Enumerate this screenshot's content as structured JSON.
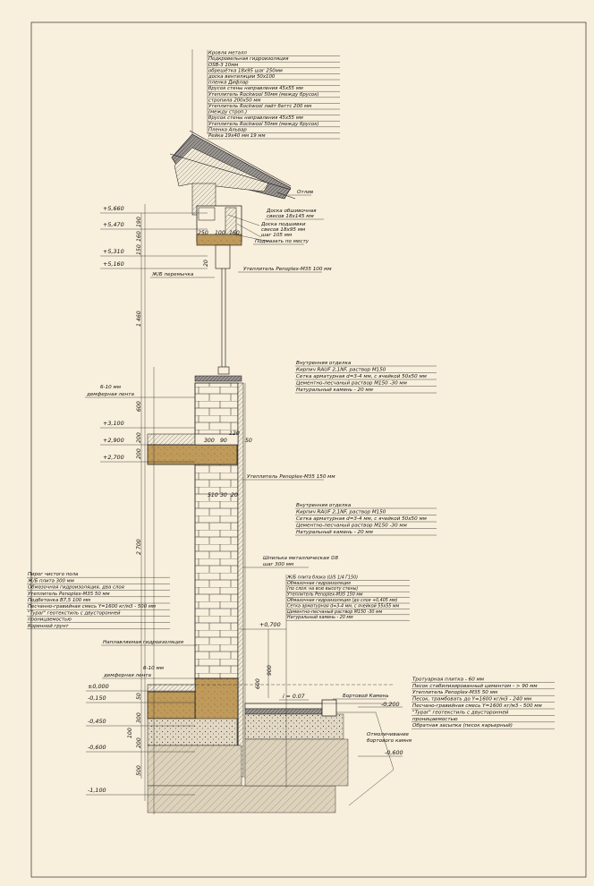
{
  "roof_layers": [
    "Кровля металл",
    "Подкровельная гидроизоляция",
    "OSB-3 10мм",
    "обрешётка 18х95 шаг 250мм",
    "доска вентиляции 50х100",
    "пленка Дифлар",
    "брусок стены направления 45х55 мм",
    "Утеплитель Rockwool 50мм (между брусок)",
    "стропила 200х50 мм",
    "Утеплитель Rockwool лайт баттс 200 мм",
    "(между строп.)",
    "брусок стены направления 45х55 мм",
    "Утеплитель Rockwool 50мм (между брусок)",
    "Пленка Альвар",
    "Рейка 19х40 мм         19 мм"
  ],
  "roof_notes": [
    "Отлив",
    "Доска обшивочная",
    "свесов 18х145 мм",
    "Доска подшивки",
    "свесов 18х95 мм",
    "шаг 105 мм",
    "Подмазать по месту"
  ],
  "levels": [
    "+5,660",
    "+5,470",
    "+5,310",
    "+5,160",
    "+3,100",
    "+2,900",
    "+2,700",
    "+0,700",
    "±0,000",
    "-0,150",
    "-0,450",
    "-0,600",
    "-1,100",
    "-0,200",
    "-0,600"
  ],
  "dims_left": [
    "150",
    "160",
    "190",
    "1 460",
    "600",
    "200",
    "200",
    "2 700",
    "300",
    "50",
    "200",
    "500",
    "100"
  ],
  "dims_wall": [
    "250",
    "100",
    "160",
    "20",
    "120",
    "300",
    "90",
    "50",
    "510",
    "30",
    "20",
    "900",
    "600",
    "i = 0.07"
  ],
  "notes_small": [
    "Ж/Б перемычка",
    "Утеплитель Penoplex-М35  100 мм",
    "6-10 мм",
    "демферная лента",
    "Утеплитель Penoplex-М35  150 мм",
    "Шпилька металлическая ∅8",
    "шаг 300 мм",
    "Наплавляемая гидроизоляция",
    "6-10 мм",
    "демферная лента",
    "Бортовой Камень",
    "Отмоличивание",
    "бортового камня"
  ],
  "finish_1": {
    "title": "Внутренняя отделка",
    "rows": [
      "Кирпич RAUF 2,1NF, раствор М150",
      "Сетка арматурная d=3-4 мм, с ячейкой 50х50 мм",
      "Цементно-песчаный раствор М150      -30 мм",
      "Натуральный камень              - 20 мм"
    ]
  },
  "finish_2": {
    "title": "Внутренняя отделка",
    "rows": [
      "Кирпич RAUF 2,1NF, раствор М150",
      "Сетка арматурная d=3-4 мм, с ячейкой 50х50 мм",
      "Цементно-песчаный раствор М150      -30 мм",
      "Натуральный камень              - 20 мм"
    ]
  },
  "plinth": {
    "rows": [
      "Ж/Б плита блока (U/S 1/4 Г150)",
      "Обмазочная гидроизоляция",
      "(по слоя: на всю высоту стены)",
      "Утеплитель Penoplex-М35  150 мм",
      "Обмазочная гидроизоляция (до слоя +0,405 мм)",
      "Сетка арматурная d=3-4 мм, с ячейкой 55х55 мм",
      "Цементно-песчаный раствор М150      -30 мм",
      "Натуральный камень             - 20 мм"
    ]
  },
  "floor": {
    "rows": [
      "Пирог чистого пола",
      "Ж/Б плита                          300 мм",
      "Обмазочная гидроизоляция, два слоя",
      "Утеплитель Penoplex-М35  50 мм",
      "Подбетонка В7,5                        100 мм",
      "Песчанно-гравийная смесь  Y=1600 кг/м3 - 500 мм",
      "\"Typar\" геотекстиль с двусторонней",
      "проницаемостью",
      "Коренной грунт"
    ]
  },
  "pavement": {
    "rows": [
      "Тротуарная плитка - 60 мм",
      "Песок стабилизированный цементом - > 90 мм",
      "Утеплитель Penoplex-М35           50 мм",
      "Песок, трамбовать до  Y=1600 кг/м3 - 240 мм",
      "Песчано-гравийная смесь  Y=1600 кг/м3 - 500 мм",
      "\"Typar\" геотекстиль с двусторонней",
      "проницаемостью",
      "Обратная засыпка (песок карьерный)"
    ]
  },
  "colors": {
    "paper": "#f8efdc",
    "concrete": "#bf9a5a",
    "gravel": "#e2d8c3",
    "soil": "#d8cdb6",
    "line": "#111111"
  }
}
